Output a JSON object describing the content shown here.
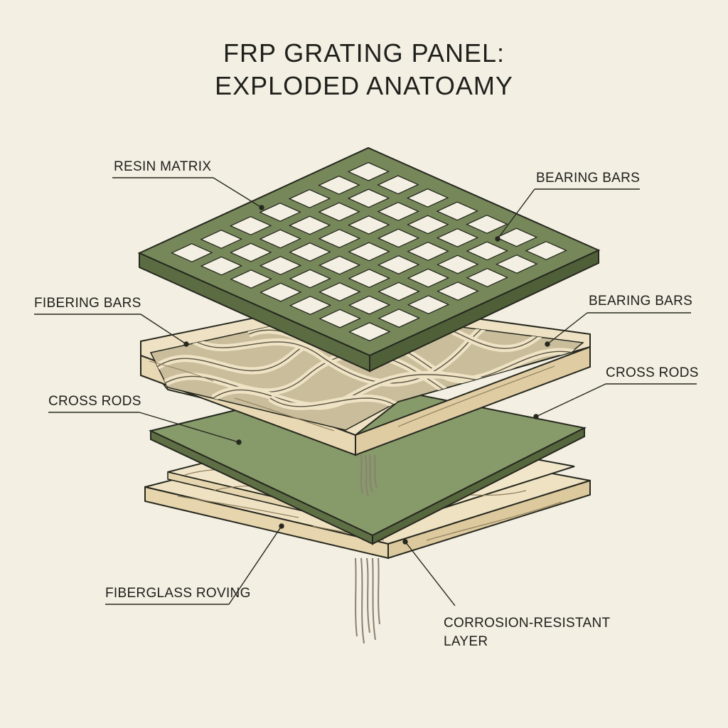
{
  "title": {
    "line1": "FRP GRATING PANEL:",
    "line2": "EXPLODED ANATOAMY"
  },
  "labels": {
    "resin_matrix": "RESIN MATRIX",
    "bearing_bars_top": "BEARING BARS",
    "fibering_bars": "FIBERING BARS",
    "bearing_bars_mid": "BEARING BARS",
    "cross_rods_right": "CROSS RODS",
    "cross_rods_left": "CROSS RODS",
    "fiberglass_roving": "FIBERGLASS ROVING",
    "corrosion_line1": "CORROSION-RESISTANT",
    "corrosion_line2": "LAYER"
  },
  "colors": {
    "background": "#f3efe2",
    "grating_green": "#76885a",
    "sheet_green": "#87996b",
    "fiber_cream": "#efe3c6",
    "outline": "#26281f"
  }
}
